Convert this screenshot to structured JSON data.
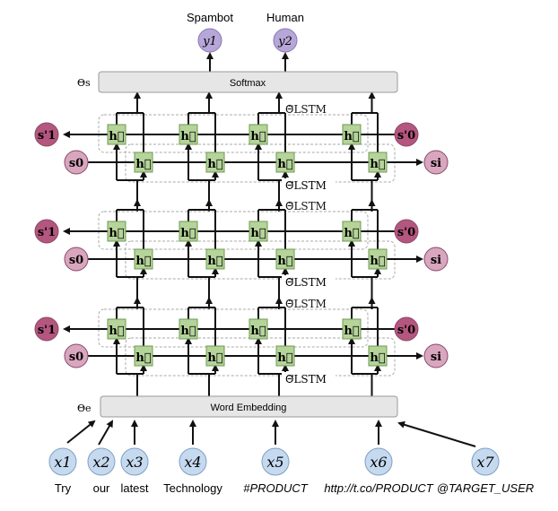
{
  "outputs": [
    {
      "symbol": "y1",
      "label": "Spambot"
    },
    {
      "symbol": "y2",
      "label": "Human"
    }
  ],
  "softmax": {
    "label": "Softmax",
    "param": "Θs"
  },
  "embedding": {
    "label": "Word Embedding",
    "param": "Θe"
  },
  "lstm": {
    "backward_param": "Θ⃖LSTM",
    "forward_param": "Θ⃗LSTM",
    "backward_cell": "h⃖",
    "forward_cell": "h⃗",
    "left_back_state": "s'1",
    "left_fwd_state": "s0",
    "right_back_state": "s'0",
    "right_fwd_state": "si",
    "layers": 3
  },
  "inputs": [
    {
      "symbol": "x1",
      "word": "Try"
    },
    {
      "symbol": "x2",
      "word": "our"
    },
    {
      "symbol": "x3",
      "word": "latest"
    },
    {
      "symbol": "x4",
      "word": "Technology"
    },
    {
      "symbol": "x5",
      "word": "#PRODUCT"
    },
    {
      "symbol": "x6",
      "word": "http://t.co/PRODUCT"
    },
    {
      "symbol": "x7",
      "word": "@TARGET_USER"
    }
  ],
  "colors": {
    "cell": "#b5d49a",
    "cellStroke": "#6f9a52",
    "input": "#c5d9ef",
    "output": "#b7a6d8",
    "stateDark": "#b4567f",
    "stateLight": "#d9a6bf",
    "box": "#e6e6e6"
  }
}
